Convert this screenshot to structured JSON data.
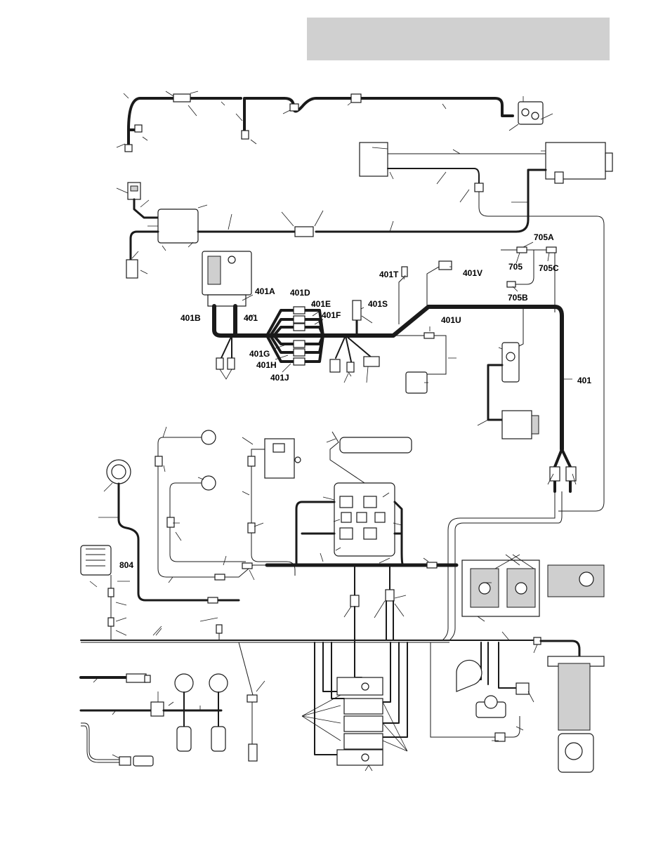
{
  "header": {
    "box_color": "#d0d0d0"
  },
  "labels": {
    "l705A": "705A",
    "l705": "705",
    "l705C": "705C",
    "l705B": "705B",
    "l401T": "401T",
    "l401V": "401V",
    "l401A": "401A",
    "l401D": "401D",
    "l401E": "401E",
    "l401F": "401F",
    "l401S": "401S",
    "l401B": "401B",
    "l401": "401",
    "l401U": "401U",
    "l401G": "401G",
    "l401H": "401H",
    "l401J": "401J",
    "l401R": "401",
    "l804": "804"
  },
  "colors": {
    "wire": "#1a1a1a",
    "background": "#ffffff"
  }
}
